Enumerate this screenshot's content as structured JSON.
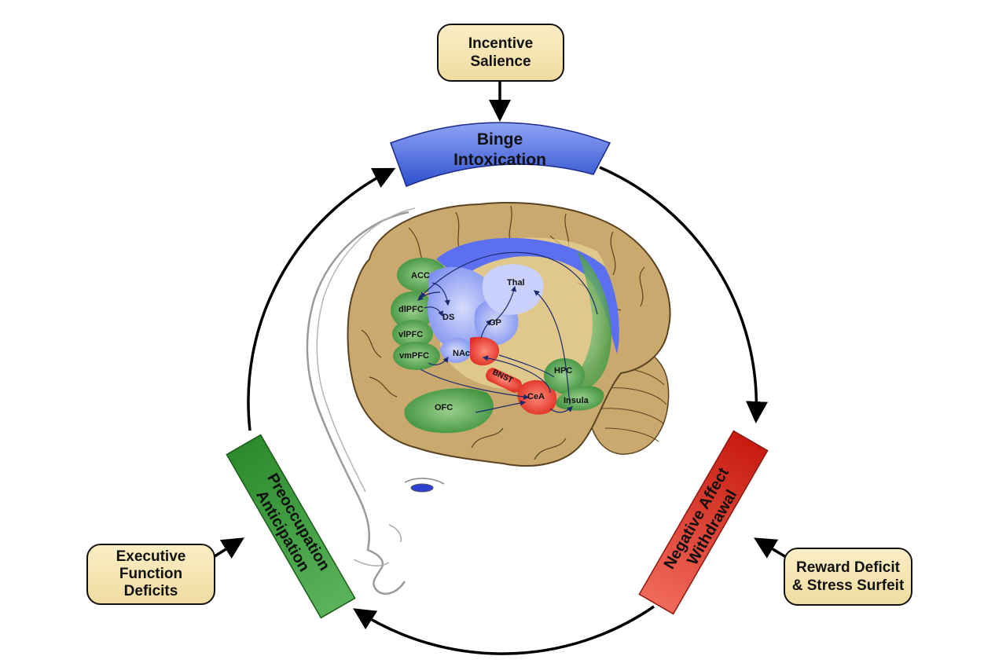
{
  "stages": {
    "binge": {
      "line1": "Binge",
      "line2": "Intoxication",
      "color": "#3f5fd6"
    },
    "negative": {
      "line1": "Negative Affect",
      "line2": "Withdrawal",
      "color": "#d9261c"
    },
    "preoccupation": {
      "line1": "Preoccupation",
      "line2": "Anticipation",
      "color": "#2f8a2f"
    }
  },
  "inputs": {
    "incentive": {
      "line1": "Incentive",
      "line2": "Salience"
    },
    "reward": {
      "line1": "Reward Deficit",
      "line2": "& Stress Surfeit"
    },
    "executive": {
      "line1": "Executive",
      "line2": "Function",
      "line3": "Deficits"
    }
  },
  "regions": {
    "acc": "ACC",
    "dlpfc": "dlPFC",
    "vlpfc": "vlPFC",
    "vmpfc": "vmPFC",
    "ofc": "OFC",
    "ds": "DS",
    "gp": "GP",
    "thal": "Thal",
    "nac": "NAc",
    "bnst": "BNST",
    "cea": "CeA",
    "hpc": "HPC",
    "insula": "Insula"
  },
  "colors": {
    "box_fill": "#f5e3b0",
    "brain": "#c9a96e",
    "frontal_green": "#3c9a3c",
    "striatum_blue": "#7f92f0",
    "amygdala_red": "#e8352a"
  }
}
